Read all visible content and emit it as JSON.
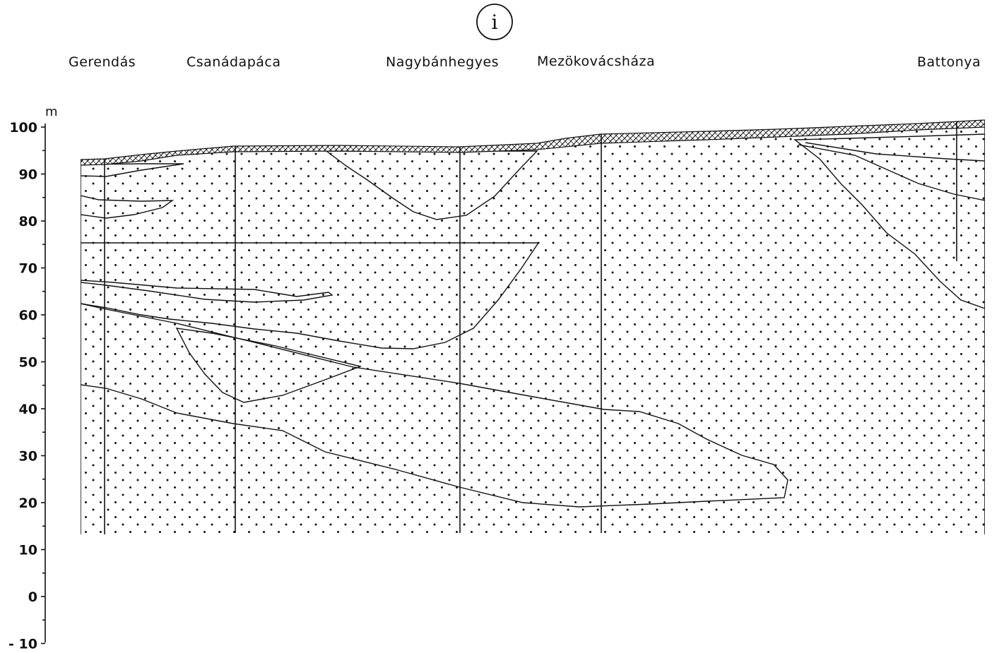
{
  "badge": "i",
  "places": [
    {
      "label": "Gerendás"
    },
    {
      "label": "Csanádapáca"
    },
    {
      "label": "Nagybánhegyes"
    },
    {
      "label": "Mezökovácsháza"
    },
    {
      "label": "Battonya"
    }
  ],
  "axis": {
    "unit": "m",
    "tick_labels": [
      "100",
      "90",
      "80",
      "70",
      "60",
      "50",
      "40",
      "30",
      "20",
      "10",
      "0",
      "- 10"
    ],
    "range": [
      -10,
      100
    ]
  },
  "legend_patterns": {
    "sand": "dots",
    "clay": "horizontal-dashed-lines",
    "soil": "cross-hatch"
  },
  "colors": {
    "ink": "#111111",
    "paper": "#ffffff"
  }
}
